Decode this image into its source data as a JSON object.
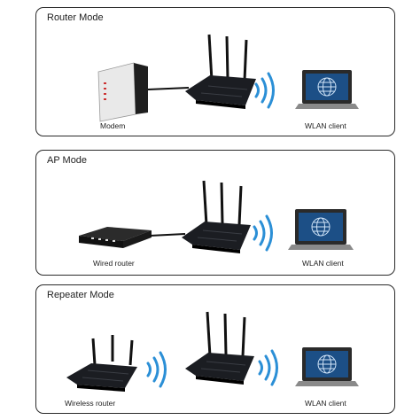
{
  "panels": [
    {
      "title": "Router Mode",
      "left_device": "Modem",
      "client": "WLAN client"
    },
    {
      "title": "AP Mode",
      "left_device": "Wired router",
      "client": "WLAN client"
    },
    {
      "title": "Repeater Mode",
      "left_device": "Wireless router",
      "client": "WLAN client"
    }
  ],
  "colors": {
    "border": "#2a2a2a",
    "router": "#1b1d22",
    "wifi": "#2b8fd6",
    "laptop_screen": "#1c4f86"
  },
  "icons": [
    "modem-icon",
    "router-icon",
    "wifi-signal-icon",
    "laptop-icon",
    "globe-icon",
    "wired-router-icon",
    "wireless-router-icon",
    "cable"
  ]
}
